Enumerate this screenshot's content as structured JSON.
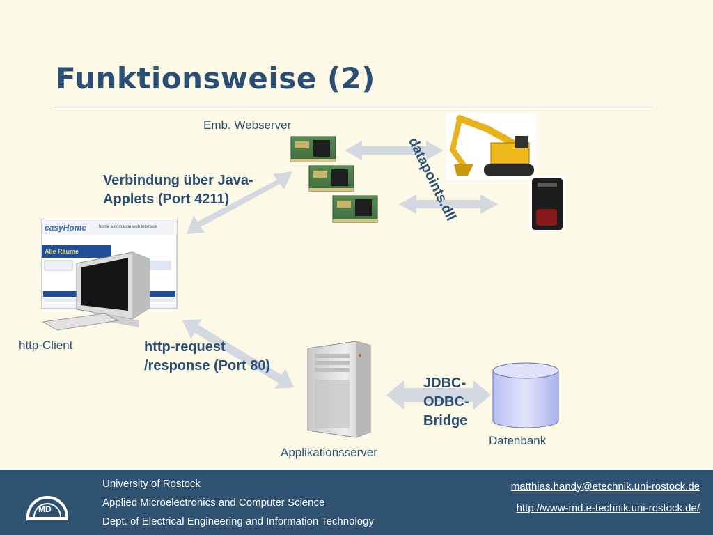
{
  "slide": {
    "title": "Funktionsweise (2)"
  },
  "labels": {
    "webserver": "Emb. Webserver",
    "java_link_1": "Verbindung über Java-",
    "java_link_2": "Applets (Port 4211)",
    "datapoints": "datapoints.dll",
    "http_client": "http-Client",
    "http_req_1": "http-request",
    "http_req_2": "/response (Port 80)",
    "jdbc_1": "JDBC-",
    "jdbc_2": "ODBC-",
    "jdbc_3": "Bridge",
    "database": "Datenbank",
    "app_server": "Applikationsserver"
  },
  "browser_window": {
    "logo": "easyHome",
    "header": "home automation web interface",
    "section": "Alle Räume"
  },
  "footer": {
    "line1": "University of Rostock",
    "line2": "Applied Microelectronics and Computer Science",
    "line3": "Dept. of Electrical Engineering and Information Technology",
    "email": "matthias.handy@etechnik.uni-rostock.de",
    "url": "http://www-md.e-technik.uni-rostock.de/",
    "logo_text": "MD"
  },
  "colors": {
    "background": "#fcf9e6",
    "title": "#2b4f74",
    "footer": "#2f5271",
    "arrow": "#d4d8e0"
  }
}
